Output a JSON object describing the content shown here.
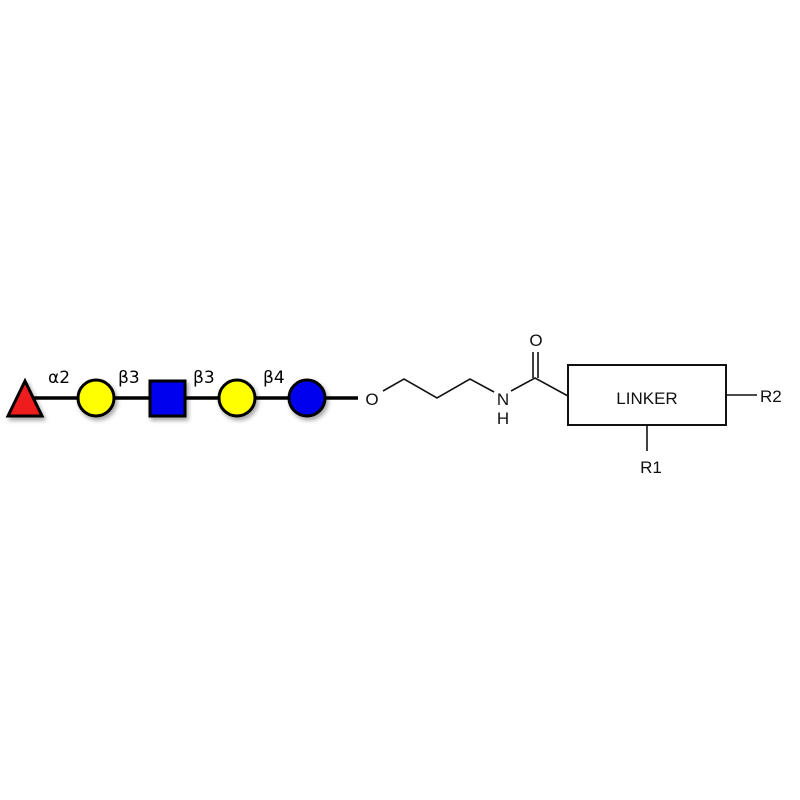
{
  "glycan": {
    "residues": [
      {
        "shape": "triangle",
        "color": "#ee1c1c",
        "name": "fucose"
      },
      {
        "shape": "circle",
        "color": "#ffff00",
        "name": "galactose"
      },
      {
        "shape": "square",
        "color": "#0000ee",
        "name": "glcnac"
      },
      {
        "shape": "circle",
        "color": "#ffff00",
        "name": "galactose"
      },
      {
        "shape": "circle",
        "color": "#0000ee",
        "name": "glucose"
      }
    ],
    "linkages": [
      "α2",
      "β3",
      "β3",
      "β4"
    ]
  },
  "spacer": {
    "oxygen": "O",
    "nitrogen": "N",
    "hydrogen": "H",
    "carbonyl_oxygen": "O"
  },
  "linker": {
    "label": "LINKER",
    "r1": "R1",
    "r2": "R2"
  }
}
